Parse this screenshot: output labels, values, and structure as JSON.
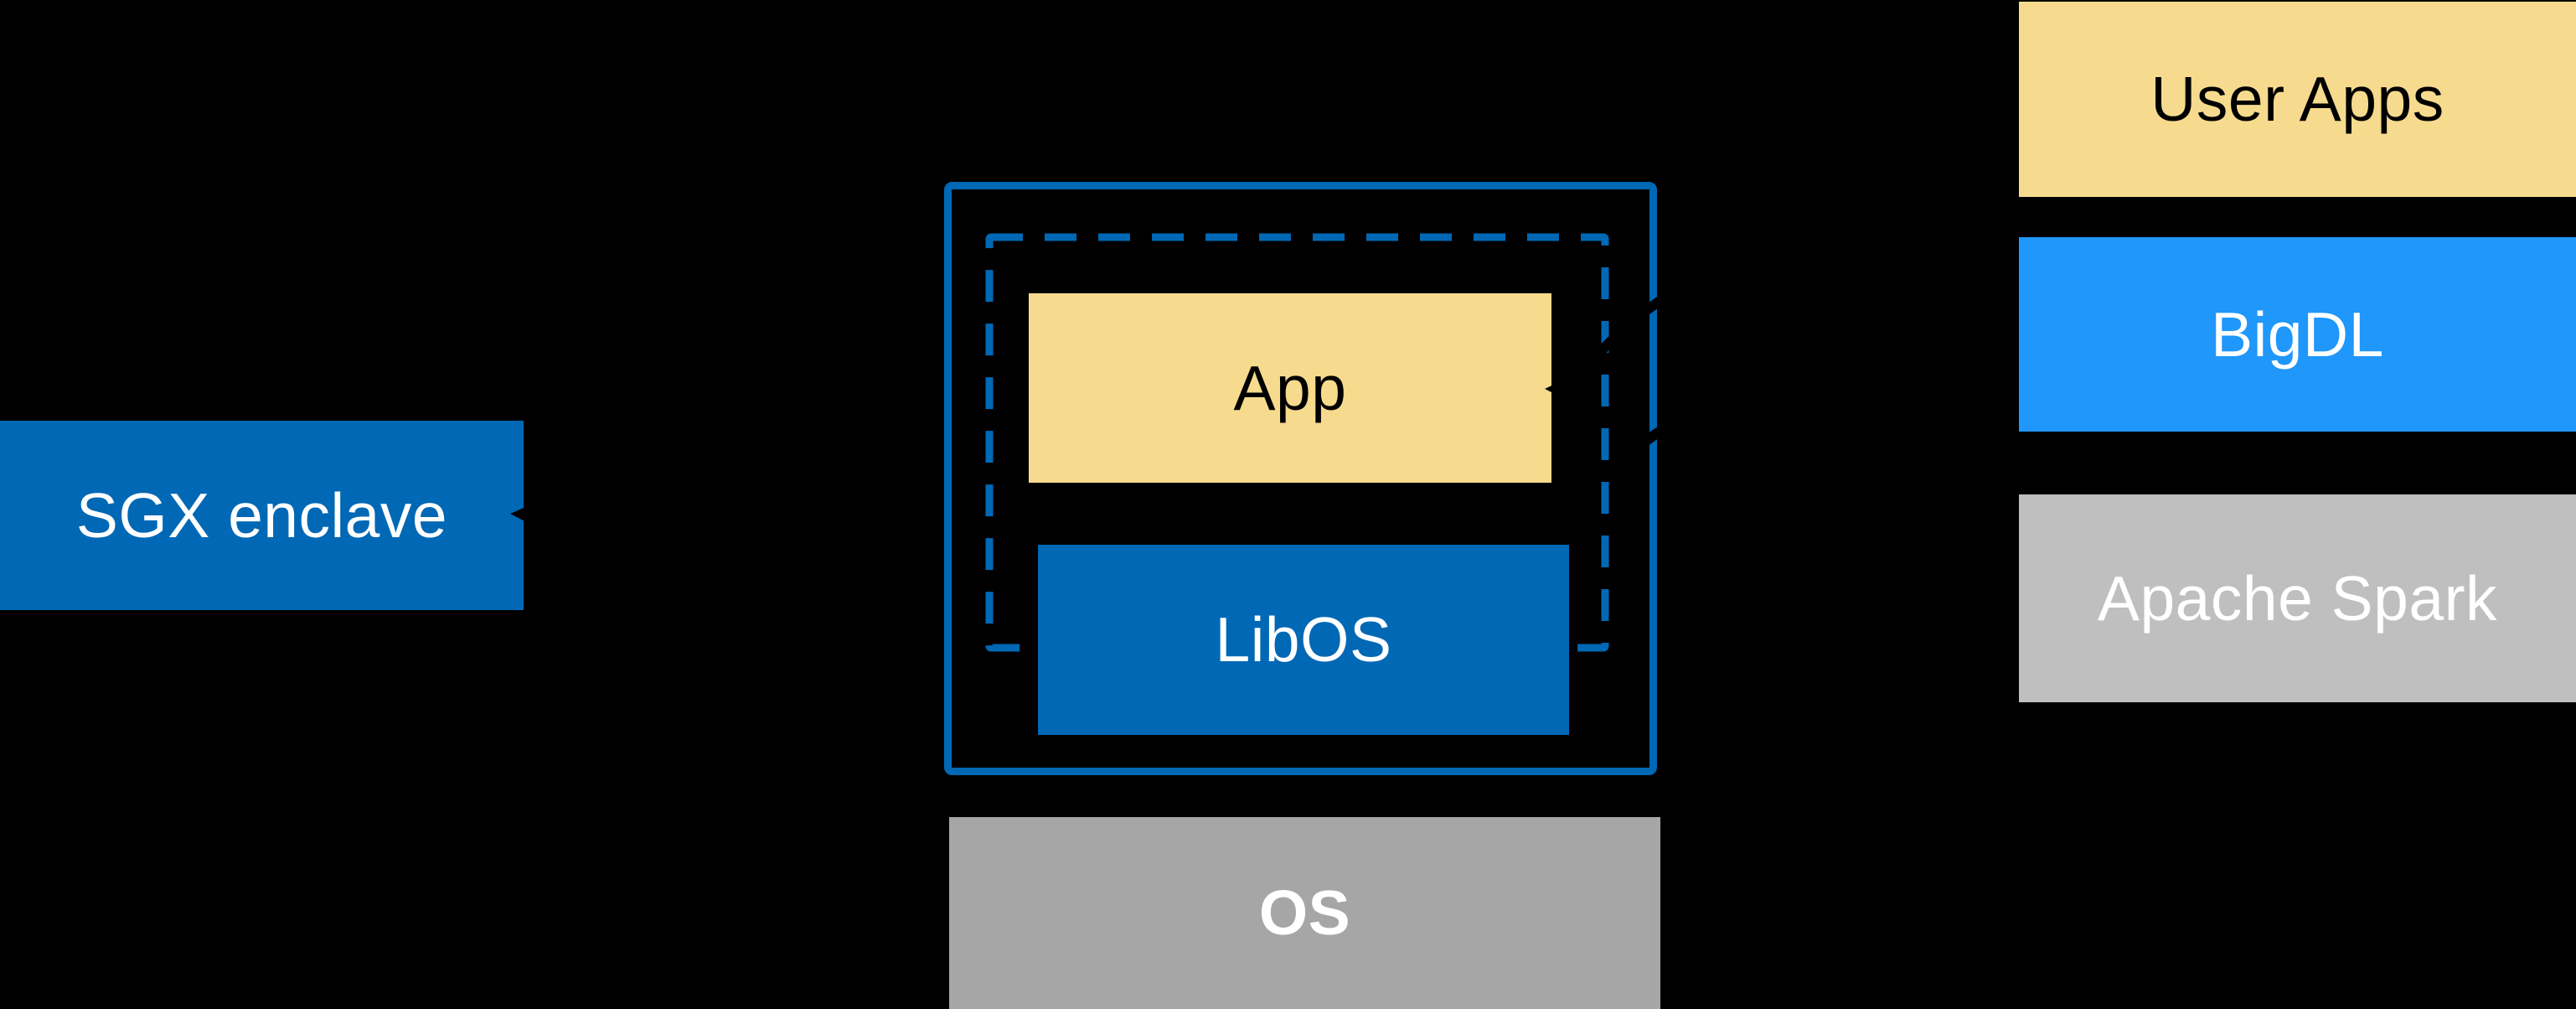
{
  "colors": {
    "background": "#000000",
    "intel_blue": "#0068B5",
    "bright_blue": "#1F97FB",
    "yellow": "#F6DB8E",
    "light_gray": "#BFBFBF",
    "mid_gray": "#A6A6A6",
    "white_text": "#FFFFFF",
    "black_text": "#000000",
    "annotation_black": "#000000"
  },
  "sgx": {
    "label": "SGX enclave"
  },
  "enclave": {
    "app_label": "App",
    "libos_label": "LibOS"
  },
  "os": {
    "label": "OS"
  },
  "stack": {
    "user_apps_label": "User Apps",
    "bigdl_label": "BigDL",
    "spark_label": "Apache Spark"
  }
}
